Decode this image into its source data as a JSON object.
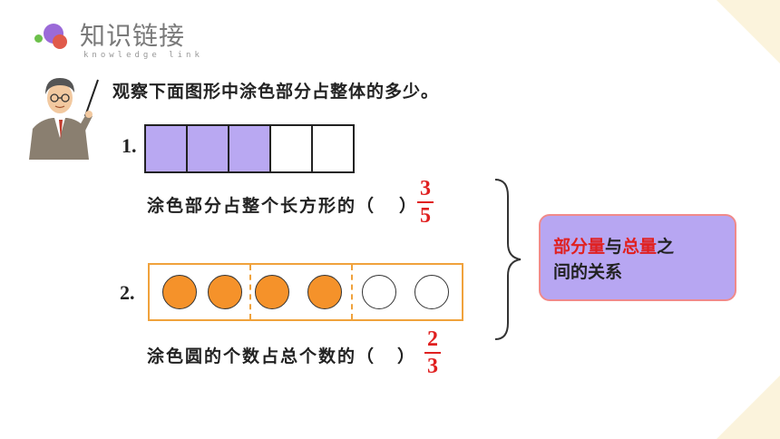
{
  "header": {
    "title": "知识链接",
    "subtitle": "knowledge link"
  },
  "instruction": "观察下面图形中涂色部分占整体的多少。",
  "problem1": {
    "number": "1.",
    "cells": [
      true,
      true,
      true,
      false,
      false
    ],
    "label_prefix": "涂色部分占整个长方形的（",
    "label_suffix": "）",
    "fraction": {
      "numerator": "3",
      "denominator": "5"
    }
  },
  "problem2": {
    "number": "2.",
    "circles": [
      true,
      true,
      true,
      true,
      false,
      false
    ],
    "label_prefix": "涂色圆的个数占总个数的（",
    "label_suffix": "）",
    "fraction": {
      "numerator": "2",
      "denominator": "3"
    }
  },
  "callout": {
    "part1": "部分量",
    "connector": "与",
    "part2": "总量",
    "part3": "之",
    "line2": "间的关系"
  },
  "colors": {
    "shaded": "#b9a8f2",
    "circle_fill": "#f5922a",
    "accent_red": "#e02020",
    "callout_bg": "#b7a6f2"
  }
}
